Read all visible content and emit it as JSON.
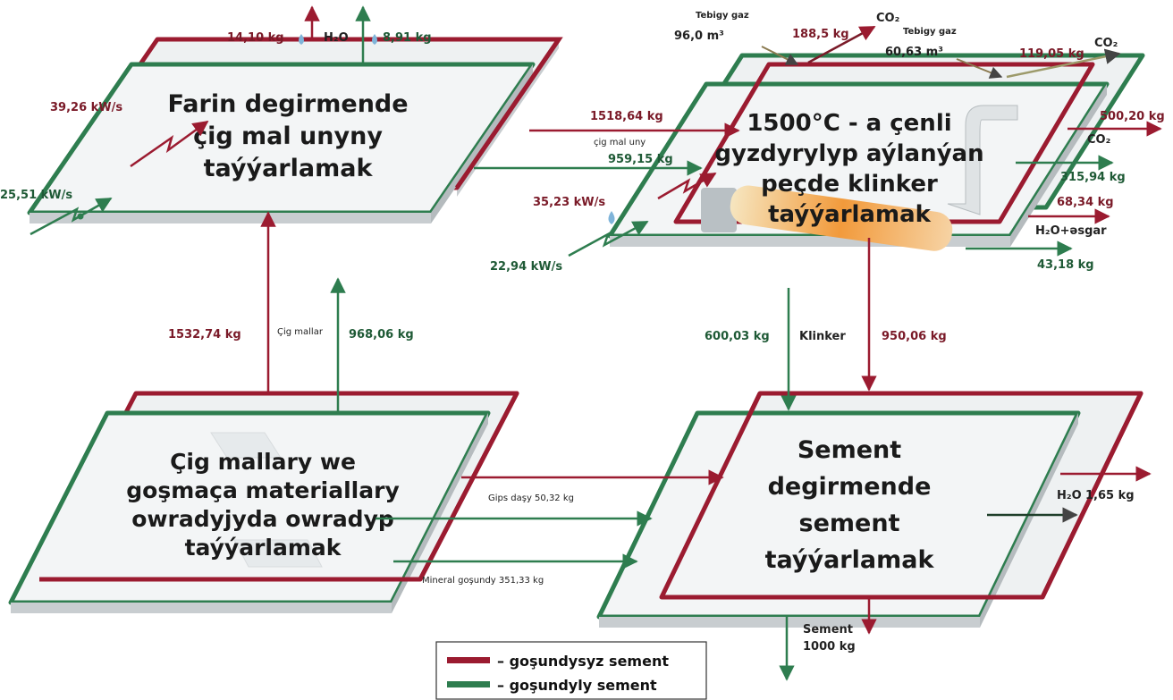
{
  "colors": {
    "red_line": "#9b1b30",
    "green_line": "#2e7d4f",
    "panel_fill": "#eef1f2",
    "panel_side": "#c8cdd0",
    "drop": "#7fb4d9"
  },
  "panels": {
    "raw_meal": [
      "Farin degirmende",
      "çig mal unyny",
      "taýýarlamak"
    ],
    "kiln": [
      "1500°C - a çenli",
      "gyzdyrylyp aýlanýan",
      "peçde klinker",
      "taýýarlamak"
    ],
    "raw_materials": [
      "Çig mallary we",
      "goşmaça materiallary",
      "owradyjyda owradyp",
      "taýýarlamak"
    ],
    "cement_mill": [
      "Sement",
      "degirmende",
      "sement",
      "taýýarlamak"
    ]
  },
  "labels": {
    "water_red": "14,10 kg",
    "h2o_top": "H₂O",
    "water_green": "8,91 kg",
    "power_red_left": "39,26 kW/s",
    "power_green_left": "25,51 kW/s",
    "raw_meal_red": "1518,64 kg",
    "raw_meal_caption": "çig mal uny",
    "raw_meal_green": "959,15 kg",
    "power_red_mid": "35,23 kW/s",
    "power_green_mid": "22,94 kW/s",
    "gas_label_1": "Tebigy gaz",
    "gas_value_1": "96,0 m³",
    "co2_top_value": "188,5 kg",
    "co2_top_label": "CO₂",
    "gas_label_2": "Tebigy gaz",
    "gas_value_2": "60,63 m³",
    "co2_right_value": "119,05 kg",
    "co2_right_label": "CO₂",
    "out_red_1": "500,20 kg",
    "co2_mid_label": "CO₂",
    "out_green_1": "315,94 kg",
    "out_red_2": "68,34 kg",
    "h2o_ash": "H₂O+əsgar",
    "out_green_2": "43,18 kg",
    "raw_red": "1532,74 kg",
    "raw_caption": "Çig mallar",
    "raw_green": "968,06 kg",
    "clinker_green": "600,03 kg",
    "clinker_caption": "Klinker",
    "clinker_red": "950,06 kg",
    "gypsum": "Gips daşy 50,32 kg",
    "mineral": "Mineral goşundy 351,33 kg",
    "h2o_bottom": "H₂O",
    "h2o_bottom_value": "1,65 kg",
    "cement_out_label": "Sement",
    "cement_out_value": "1000 kg"
  },
  "legend": {
    "red": "– goşundysyz sement",
    "green": "– goşundyly sement"
  }
}
